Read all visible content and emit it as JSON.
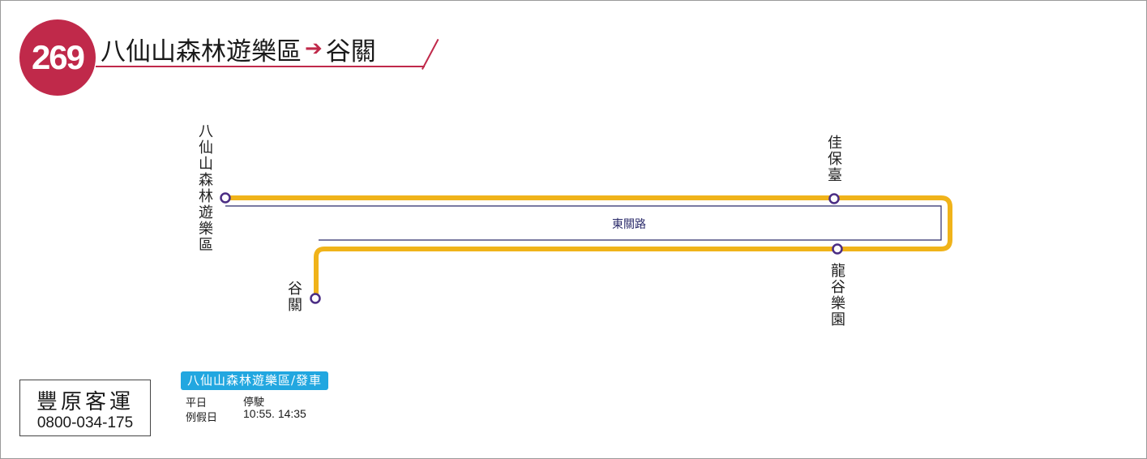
{
  "route": {
    "number": "269",
    "origin": "八仙山森林遊樂區",
    "arrow": "➔",
    "destination": "谷關",
    "brand_color": "#c0294a",
    "line_color": "#f0b31a",
    "stop_color": "#4b2d84"
  },
  "stops": [
    {
      "id": "baxianshan",
      "label": "八仙山森林遊樂區"
    },
    {
      "id": "jiabaotai",
      "label": "佳保臺"
    },
    {
      "id": "longgu",
      "label": "龍谷樂園"
    },
    {
      "id": "guguan",
      "label": "谷關"
    }
  ],
  "road": {
    "label": "東關路"
  },
  "company": {
    "name": "豐原客運",
    "phone": "0800-034-175"
  },
  "schedule": {
    "header": "八仙山森林遊樂區/發車",
    "rows": [
      {
        "day": "平日",
        "times": "停駛"
      },
      {
        "day": "例假日",
        "times": "10:55. 14:35"
      }
    ]
  }
}
